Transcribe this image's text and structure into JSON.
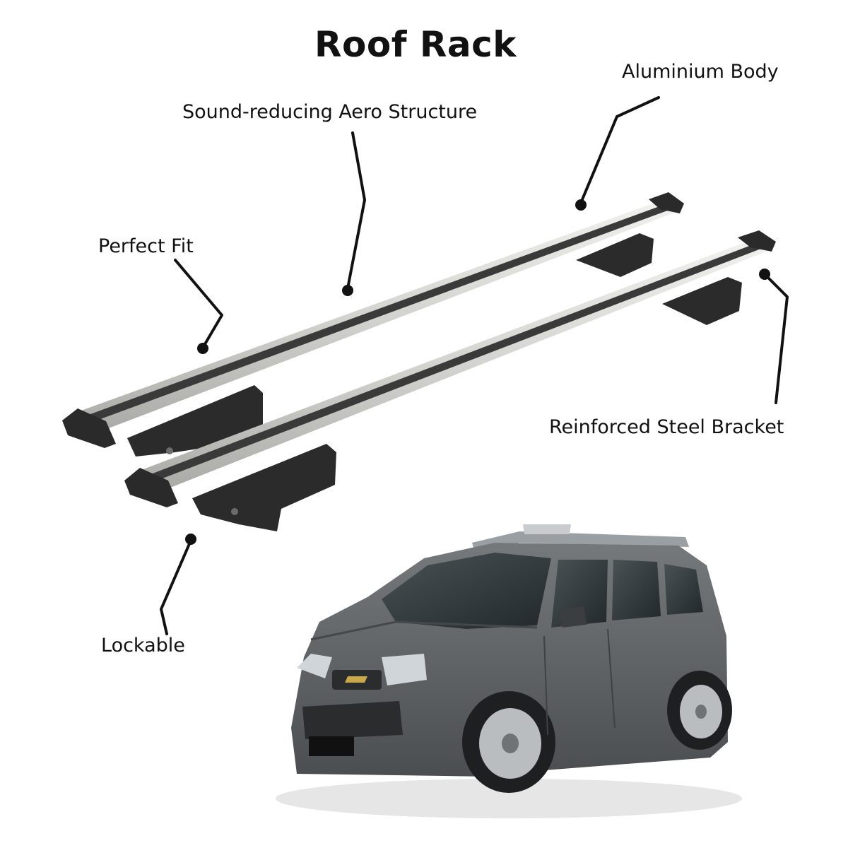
{
  "title": "Roof Rack",
  "callouts": {
    "aluminium": "Aluminium Body",
    "sound": "Sound-reducing Aero Structure",
    "perfect_fit": "Perfect Fit",
    "steel_bracket": "Reinforced Steel Bracket",
    "lockable": "Lockable"
  },
  "colors": {
    "background": "#ffffff",
    "text": "#111111",
    "bar_silver": "#d9d9d6",
    "bar_rubber": "#2a2a2a",
    "bracket": "#2b2b2b",
    "car_body": "#5d6164"
  }
}
